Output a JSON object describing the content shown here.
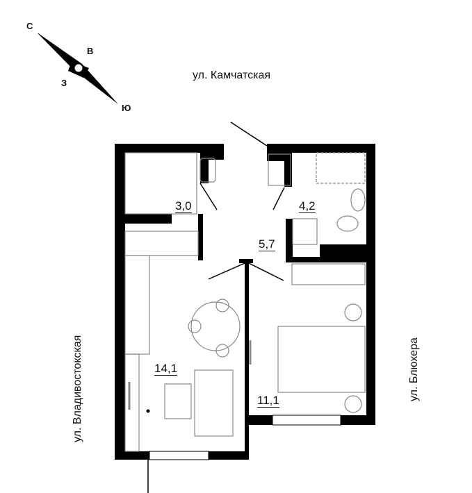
{
  "compass": {
    "north": "С",
    "east": "В",
    "west": "З",
    "south": "Ю"
  },
  "streets": {
    "top": "ул. Камчатская",
    "left": "ул. Владивостокская",
    "right": "ул. Блюхера"
  },
  "rooms": [
    {
      "name": "storage",
      "area": "3,0"
    },
    {
      "name": "bathroom",
      "area": "4,2"
    },
    {
      "name": "hallway",
      "area": "5,7"
    },
    {
      "name": "kitchen-living",
      "area": "14,1"
    },
    {
      "name": "bedroom",
      "area": "11,1"
    }
  ],
  "colors": {
    "wall": "#000000",
    "furniture": "#888888"
  }
}
